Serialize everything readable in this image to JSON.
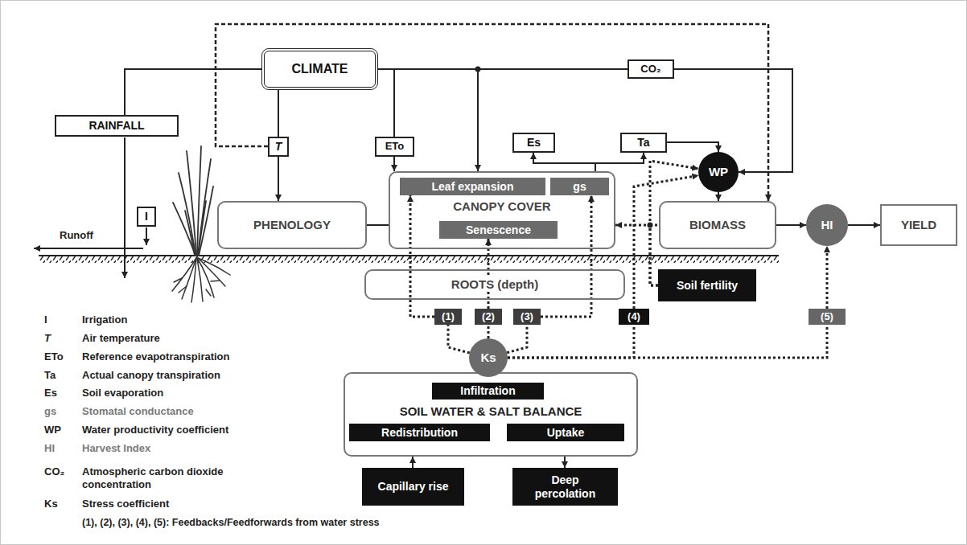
{
  "diagram": {
    "nodes": [
      {
        "text": [
          "CLIMATE"
        ]
      },
      {
        "text": [
          "RAINFALL"
        ]
      },
      {
        "text": [
          "T"
        ]
      },
      {
        "text": [
          "ETo"
        ]
      },
      {
        "text": [
          "CO₂"
        ]
      },
      {
        "text": [
          "Es"
        ]
      },
      {
        "text": [
          "Ta"
        ]
      },
      {
        "text": [
          "WP"
        ]
      },
      {
        "text": [
          "I"
        ]
      },
      {
        "text": [
          "PHENOLOGY"
        ]
      },
      {
        "text": [
          "CANOPY COVER"
        ]
      },
      {
        "text": [
          "Leaf expansion"
        ],
        "in": 10
      },
      {
        "text": [
          "gs"
        ],
        "in": 10
      },
      {
        "text": [
          "Senescence"
        ],
        "in": 10
      },
      {
        "text": [
          "BIOMASS"
        ]
      },
      {
        "text": [
          "HI"
        ]
      },
      {
        "text": [
          "YIELD"
        ]
      },
      {
        "text": [
          "ROOTS (depth)"
        ]
      },
      {
        "text": [
          "Soil fertility"
        ]
      },
      {
        "text": [
          "(1)"
        ]
      },
      {
        "text": [
          "(2)"
        ]
      },
      {
        "text": [
          "(3)"
        ]
      },
      {
        "text": [
          "(4)"
        ]
      },
      {
        "text": [
          "(5)"
        ]
      },
      {
        "text": [
          "Ks"
        ]
      },
      {
        "text": [
          "SOIL WATER & SALT BALANCE"
        ]
      },
      {
        "text": [
          "Infiltration"
        ],
        "in": 25
      },
      {
        "text": [
          "Redistribution"
        ],
        "in": 25
      },
      {
        "text": [
          "Uptake"
        ],
        "in": 25
      },
      {
        "text": [
          "Capillary rise"
        ]
      },
      {
        "text": [
          "Deep percolation"
        ]
      }
    ],
    "edges": [
      {
        "from": 0,
        "to": 1,
        "arrow": "none"
      },
      {
        "from": 0,
        "to": 2,
        "arrow": "none"
      },
      {
        "from": 2,
        "to": 9,
        "arrow": "to"
      },
      {
        "from": 0,
        "to": 3,
        "arrow": "none"
      },
      {
        "from": 3,
        "to": 10,
        "arrow": "to"
      },
      {
        "from": 0,
        "to": 10,
        "arrow": "to"
      },
      {
        "from": 0,
        "to": 4,
        "arrow": "none"
      },
      {
        "from": 4,
        "to": 7,
        "arrow": "to"
      },
      {
        "from": 2,
        "to": 14,
        "arrow": "to"
      },
      {
        "from": 10,
        "to": 5,
        "arrow": "to"
      },
      {
        "from": 10,
        "to": 6,
        "arrow": "to"
      },
      {
        "from": 6,
        "to": 7,
        "arrow": "to"
      },
      {
        "from": 7,
        "to": 14,
        "arrow": "to"
      },
      {
        "from": 9,
        "to": 10,
        "arrow": "none"
      },
      {
        "from": 14,
        "to": 15,
        "arrow": "to"
      },
      {
        "from": 15,
        "to": 16,
        "arrow": "to"
      },
      {
        "from": 18,
        "to": 10,
        "arrow": "to"
      },
      {
        "from": 18,
        "to": 7,
        "arrow": "to"
      },
      {
        "from": 24,
        "to": 19,
        "arrow": "none"
      },
      {
        "from": 19,
        "to": 11,
        "arrow": "to"
      },
      {
        "from": 24,
        "to": 20,
        "arrow": "none"
      },
      {
        "from": 20,
        "to": 13,
        "arrow": "to"
      },
      {
        "from": 24,
        "to": 21,
        "arrow": "none"
      },
      {
        "from": 21,
        "to": 12,
        "arrow": "to"
      },
      {
        "from": 24,
        "to": 22,
        "arrow": "none"
      },
      {
        "from": 22,
        "to": 7,
        "arrow": "to"
      },
      {
        "from": 24,
        "to": 23,
        "arrow": "none"
      },
      {
        "from": 23,
        "to": 15,
        "arrow": "to"
      },
      {
        "from": 29,
        "to": 25,
        "arrow": "to"
      },
      {
        "from": 25,
        "to": 30,
        "arrow": "to"
      }
    ],
    "labels": [
      "Runoff",
      "I",
      "Irrigation",
      "T",
      "Air temperature",
      "ETo",
      "Reference evapotranspiration",
      "Ta",
      "Actual canopy transpiration",
      "Es",
      "Soil evaporation",
      "gs",
      "Stomatal conductance",
      "WP",
      "Water productivity coefficient",
      "HI",
      "Harvest Index",
      "CO₂",
      "Atmospheric carbon dioxide concentration",
      "Ks",
      "Stress coefficient",
      "(1), (2), (3), (4), (5): Feedbacks/Feedforwards from water stress"
    ]
  }
}
